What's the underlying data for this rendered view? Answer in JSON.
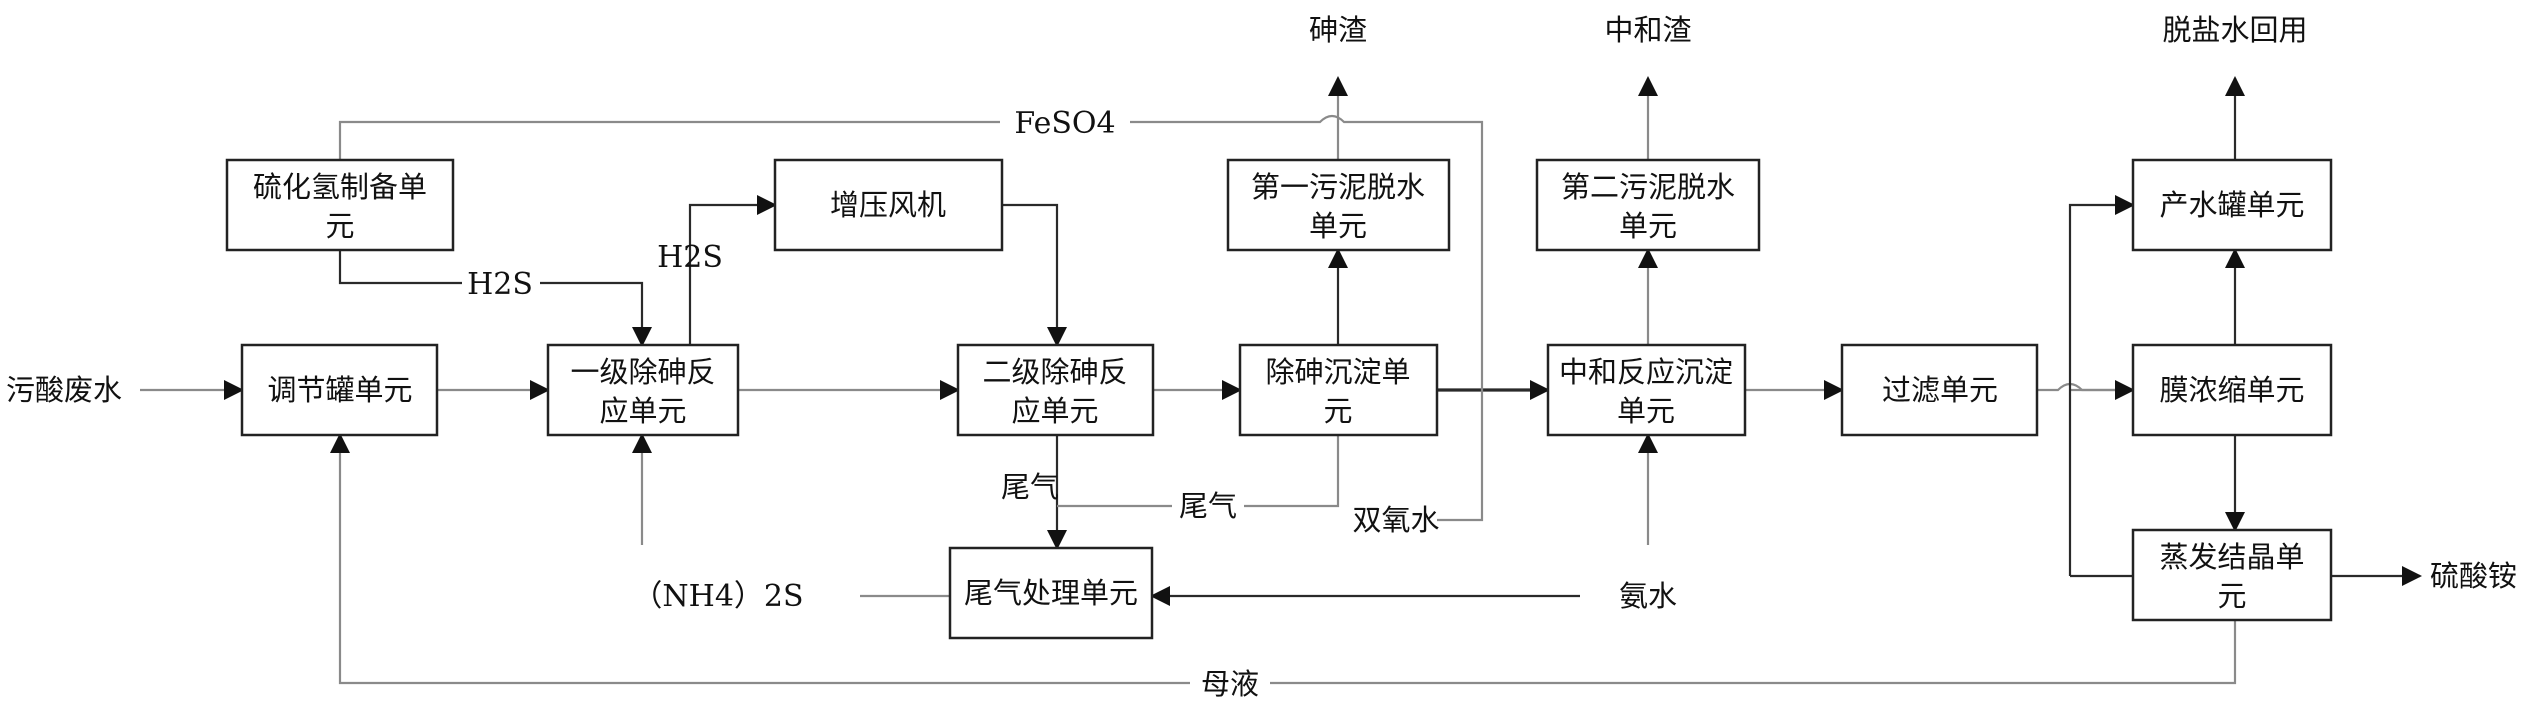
{
  "units": {
    "h2s_prep": [
      "硫化氢制备单",
      "元"
    ],
    "booster": [
      "增压风机"
    ],
    "sludge1": [
      "第一污泥脱水",
      "单元"
    ],
    "sludge2": [
      "第二污泥脱水",
      "单元"
    ],
    "product": [
      "产水罐单元"
    ],
    "regulate": [
      "调节罐单元"
    ],
    "dearsenic1": [
      "一级除砷反",
      "应单元"
    ],
    "dearsenic2": [
      "二级除砷反",
      "应单元"
    ],
    "settle": [
      "除砷沉淀单",
      "元"
    ],
    "neutral": [
      "中和反应沉淀",
      "单元"
    ],
    "filter": [
      "过滤单元"
    ],
    "membrane": [
      "膜浓缩单元"
    ],
    "tailgas": [
      "尾气处理单元"
    ],
    "evaporate": [
      "蒸发结晶单",
      "元"
    ]
  },
  "labels": {
    "influent": "污酸废水",
    "arsenic_residue": "砷渣",
    "neutral_residue": "中和渣",
    "desalted_reuse": "脱盐水回用",
    "ammonium_sulfate": "硫酸铵",
    "feso4": "FeSO4",
    "h2s_a": "H2S",
    "h2s_b": "H2S",
    "tailgas_a": "尾气",
    "tailgas_b": "尾气",
    "peroxide": "双氧水",
    "ammonia": "氨水",
    "nh4_2s": "（NH4）2S",
    "mother_liquor": "母液"
  }
}
